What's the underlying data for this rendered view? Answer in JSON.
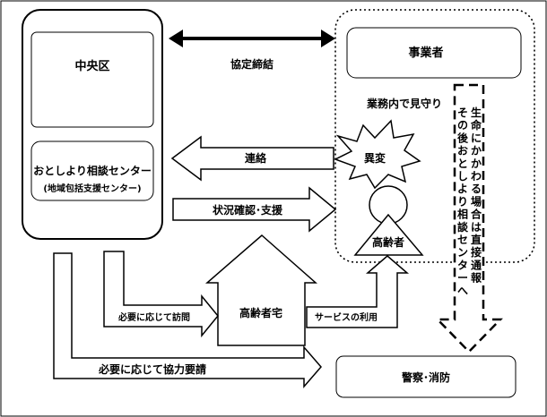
{
  "nodes": {
    "ward": "中央区",
    "center": "おとしより相談センター",
    "center_sub": "(地域包括支援センター)",
    "business": "事業者",
    "monitoring": "業務内で見守り",
    "anomaly": "異変",
    "elderly": "高齢者",
    "home": "高齢者宅",
    "police": "警察･消防"
  },
  "edges": {
    "agreement": "協定締結",
    "contact": "連絡",
    "confirm": "状況確認･支援",
    "visit": "必要に応じて訪問",
    "cooperation": "必要に応じて協力要請",
    "service": "サービスの利用",
    "direct_report_col1": "生命にかかわる場合は直接通報",
    "direct_report_col2": "その後おとしより相談センターへ"
  },
  "colors": {
    "line": "#000000",
    "background": "#ffffff"
  }
}
